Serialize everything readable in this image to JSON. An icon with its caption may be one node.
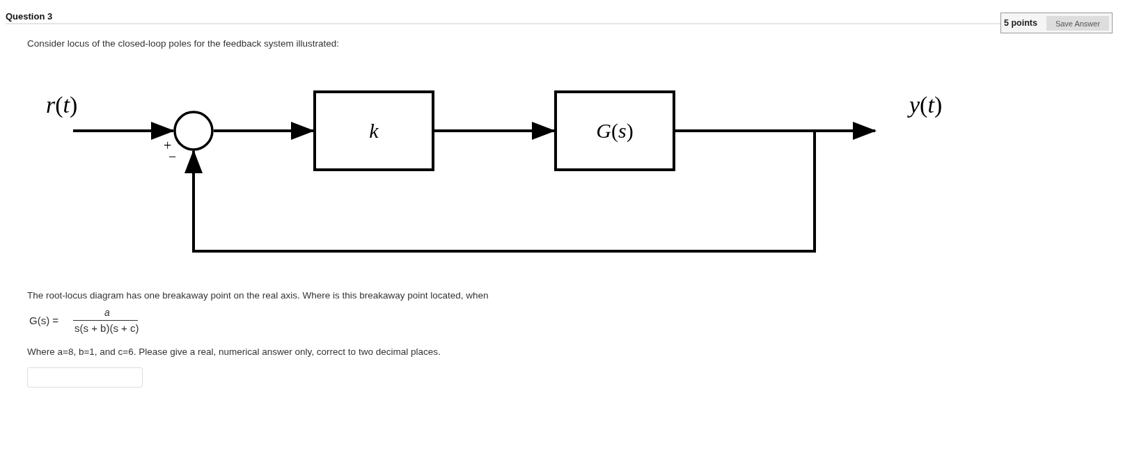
{
  "diagram": {
    "nodes": [
      {
        "text": [],
        "shape": "circle",
        "beside": [
          "+",
          "−"
        ]
      },
      {
        "text": [
          "*k*"
        ]
      },
      {
        "text": [
          "*G*(*s*)"
        ]
      }
    ],
    "edges": [
      {
        "from": null,
        "to": 0,
        "arrow": "to"
      },
      {
        "from": 0,
        "to": 1,
        "arrow": "to"
      },
      {
        "from": 1,
        "to": 2,
        "arrow": "to"
      },
      {
        "from": 2,
        "to": null,
        "arrow": "to"
      },
      {
        "from": 2,
        "to": 0,
        "arrow": "to"
      }
    ],
    "labels": [
      "Question 3",
      "5 points",
      "Save Answer",
      "Consider locus of the closed-loop poles for the feedback system illustrated:",
      "*r*(*t*)",
      "*y*(*t*)",
      "The root-locus diagram has one breakaway point on the real axis. Where is this breakaway point located, when",
      "G(s) =",
      "a",
      "s(s + b)(s + c)",
      "Where a=8, b=1, and c=6. Please give a real, numerical answer only, correct to two decimal places."
    ]
  }
}
